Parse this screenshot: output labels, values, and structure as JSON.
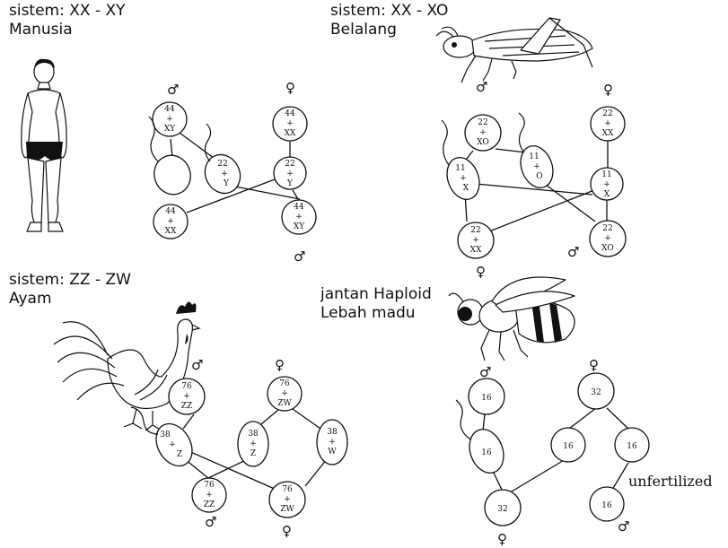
{
  "panels": {
    "manusia": {
      "system": "sistem: XX - XY",
      "organism": "Manusia",
      "male_symbol": "♂",
      "female_symbol": "♀",
      "cells": {
        "father": [
          "44",
          "+",
          "XY"
        ],
        "mother": [
          "44",
          "+",
          "XX"
        ],
        "sperm_x": [
          "",
          "",
          ""
        ],
        "sperm_y": [
          "22",
          "+",
          "Y"
        ],
        "egg": [
          "22",
          "+",
          "Y"
        ],
        "daughter": [
          "44",
          "+",
          "XX"
        ],
        "son": [
          "44",
          "+",
          "XY"
        ]
      }
    },
    "belalang": {
      "system": "sistem: XX - XO",
      "organism": "Belalang",
      "male_symbol": "♂",
      "female_symbol": "♀",
      "cells": {
        "father": [
          "22",
          "+",
          "XO"
        ],
        "mother": [
          "22",
          "+",
          "XX"
        ],
        "sperm_x": [
          "11",
          "+",
          "X"
        ],
        "sperm_o": [
          "11",
          "+",
          "O"
        ],
        "egg": [
          "11",
          "+",
          "X"
        ],
        "daughter": [
          "22",
          "+",
          "XX"
        ],
        "son": [
          "22",
          "+",
          "XO"
        ]
      }
    },
    "ayam": {
      "system": "sistem: ZZ - ZW",
      "organism": "Ayam",
      "male_symbol": "♂",
      "female_symbol": "♀",
      "cells": {
        "father": [
          "76",
          "+",
          "ZZ"
        ],
        "mother": [
          "76",
          "+",
          "ZW"
        ],
        "sperm": [
          "38",
          "+",
          "Z"
        ],
        "egg_z": [
          "38",
          "+",
          "Z"
        ],
        "egg_w": [
          "38",
          "+",
          "W"
        ],
        "son": [
          "76",
          "+",
          "ZZ"
        ],
        "daughter": [
          "76",
          "+",
          "ZW"
        ]
      }
    },
    "lebah": {
      "system": "jantan Haploid",
      "organism": "Lebah madu",
      "male_symbol": "♂",
      "female_symbol": "♀",
      "note": "unfertilized",
      "cells": {
        "father": "16",
        "mother": "32",
        "sperm": "16",
        "egg_fert": "16",
        "egg_unfert": "16",
        "daughter": "32",
        "son": "16"
      }
    }
  }
}
